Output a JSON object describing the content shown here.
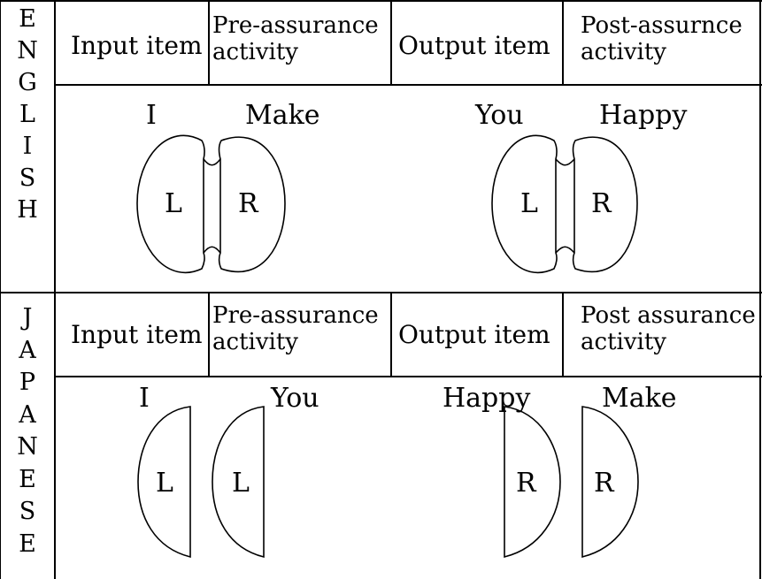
{
  "english": {
    "side_label": [
      "E",
      "N",
      "G",
      "L",
      "I",
      "S",
      "H"
    ],
    "headers": {
      "input": "Input item",
      "pre_line1": "Pre-assurance",
      "pre_line2": "activity",
      "output": "Output item",
      "post_line1": "Post-assurnce",
      "post_line2": "activity"
    },
    "words": [
      "I",
      "Make",
      "You",
      "Happy"
    ],
    "brain1": {
      "left": "L",
      "right": "R"
    },
    "brain2": {
      "left": "L",
      "right": "R"
    }
  },
  "japanese": {
    "side_label": [
      "J",
      "A",
      "P",
      "A",
      "N",
      "E",
      "S",
      "E"
    ],
    "headers": {
      "input": "Input item",
      "pre_line1": "Pre-assurance",
      "pre_line2": "activity",
      "output": "Output item",
      "post_line1": "Post assurance",
      "post_line2": "activity"
    },
    "words": [
      "I",
      "You",
      "Happy",
      "Make"
    ],
    "hemis": [
      "L",
      "L",
      "R",
      "R"
    ]
  }
}
